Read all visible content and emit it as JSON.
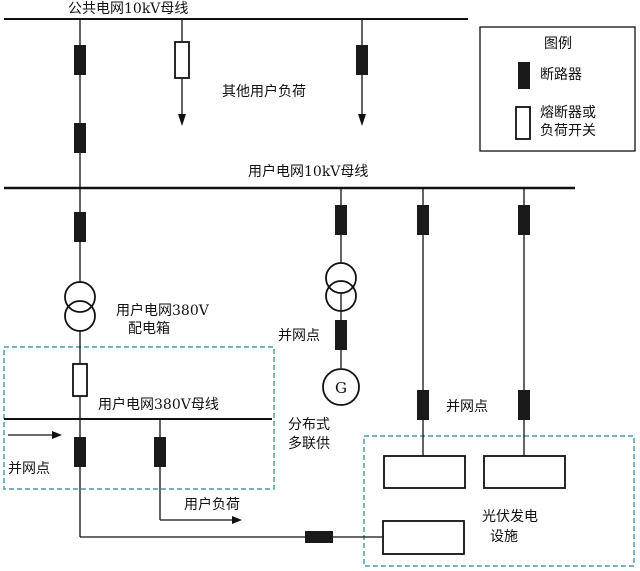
{
  "labels": {
    "public_bus": "公共电网10kV母线",
    "other_users_load": "其他用户负荷",
    "user_bus_10kv": "用户电网10kV母线",
    "dist_box_line1": "用户电网380V",
    "dist_box_line2": "配电箱",
    "bus_380v": "用户电网380V母线",
    "grid_point_left": "并网点",
    "grid_point_chp": "并网点",
    "grid_point_pv": "并网点",
    "user_load": "用户负荷",
    "chp_line1": "分布式",
    "chp_line2": "多联供",
    "generator_symbol": "G",
    "pv_line1": "光伏发电",
    "pv_line2": "设施"
  },
  "legend": {
    "title": "图例",
    "breaker": "断路器",
    "fuse_line1": "熔断器或",
    "fuse_line2": "负荷开关"
  },
  "colors": {
    "line": "#111111",
    "breaker_fill": "#1a1a1a",
    "dashed_region": "#4a9ab0",
    "background": "#ffffff"
  }
}
